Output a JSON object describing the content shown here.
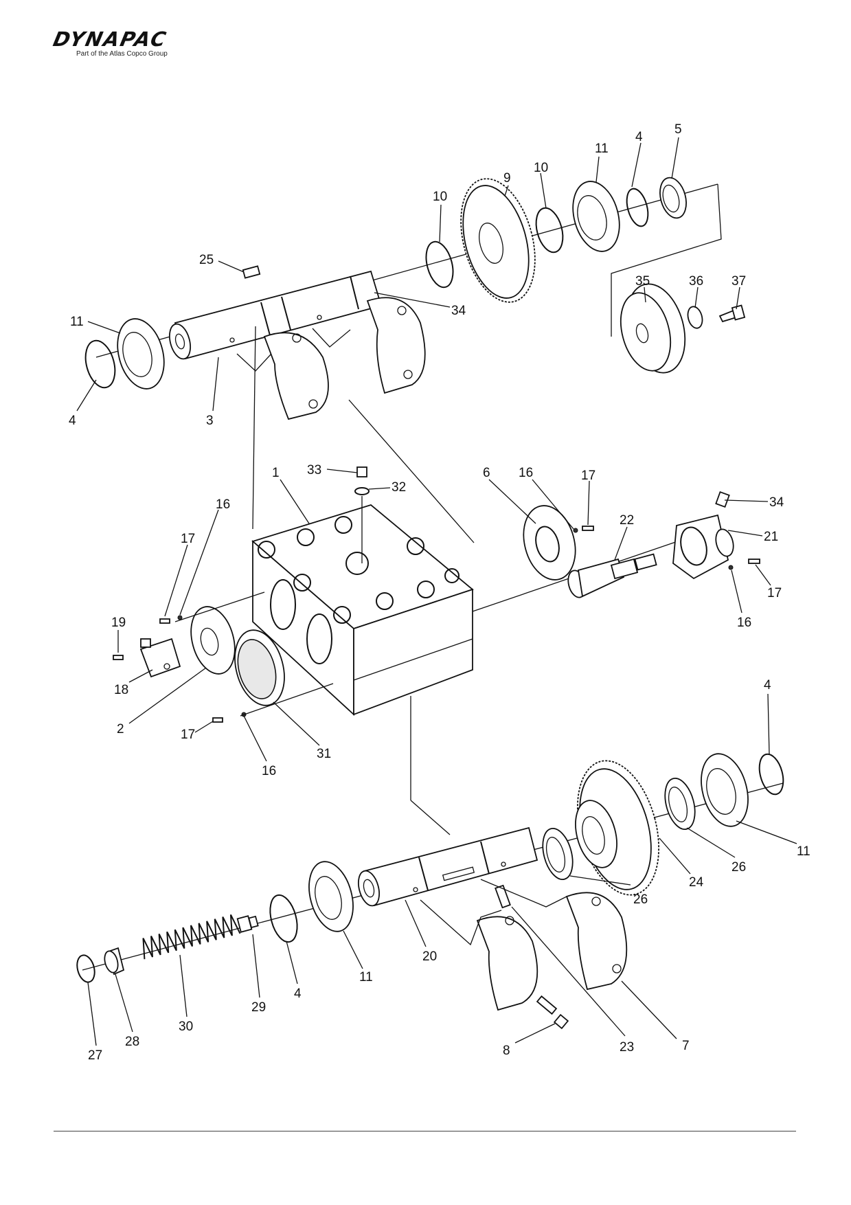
{
  "header": {
    "brand": "DYNAPAC",
    "tagline": "Part of the Atlas Copco Group"
  },
  "callouts": {
    "c1": "11",
    "c2": "4",
    "c3": "5",
    "c4": "10",
    "c5": "9",
    "c6": "10",
    "c7": "25",
    "c8": "34",
    "c9": "11",
    "c10": "4",
    "c11": "3",
    "c12": "35",
    "c13": "36",
    "c14": "37",
    "c15": "33",
    "c16": "32",
    "c17": "1",
    "c18": "6",
    "c19": "16",
    "c20": "17",
    "c21": "34",
    "c22": "22",
    "c23": "21",
    "c24": "17",
    "c25": "16",
    "c26": "16",
    "c27": "17",
    "c28": "19",
    "c29": "18",
    "c30": "2",
    "c31": "17",
    "c32": "16",
    "c33": "31",
    "c34": "4",
    "c35": "11",
    "c36": "26",
    "c37": "24",
    "c38": "26",
    "c39": "20",
    "c40": "11",
    "c41": "4",
    "c42": "29",
    "c43": "30",
    "c44": "28",
    "c45": "27",
    "c46": "8",
    "c47": "23",
    "c48": "7"
  }
}
